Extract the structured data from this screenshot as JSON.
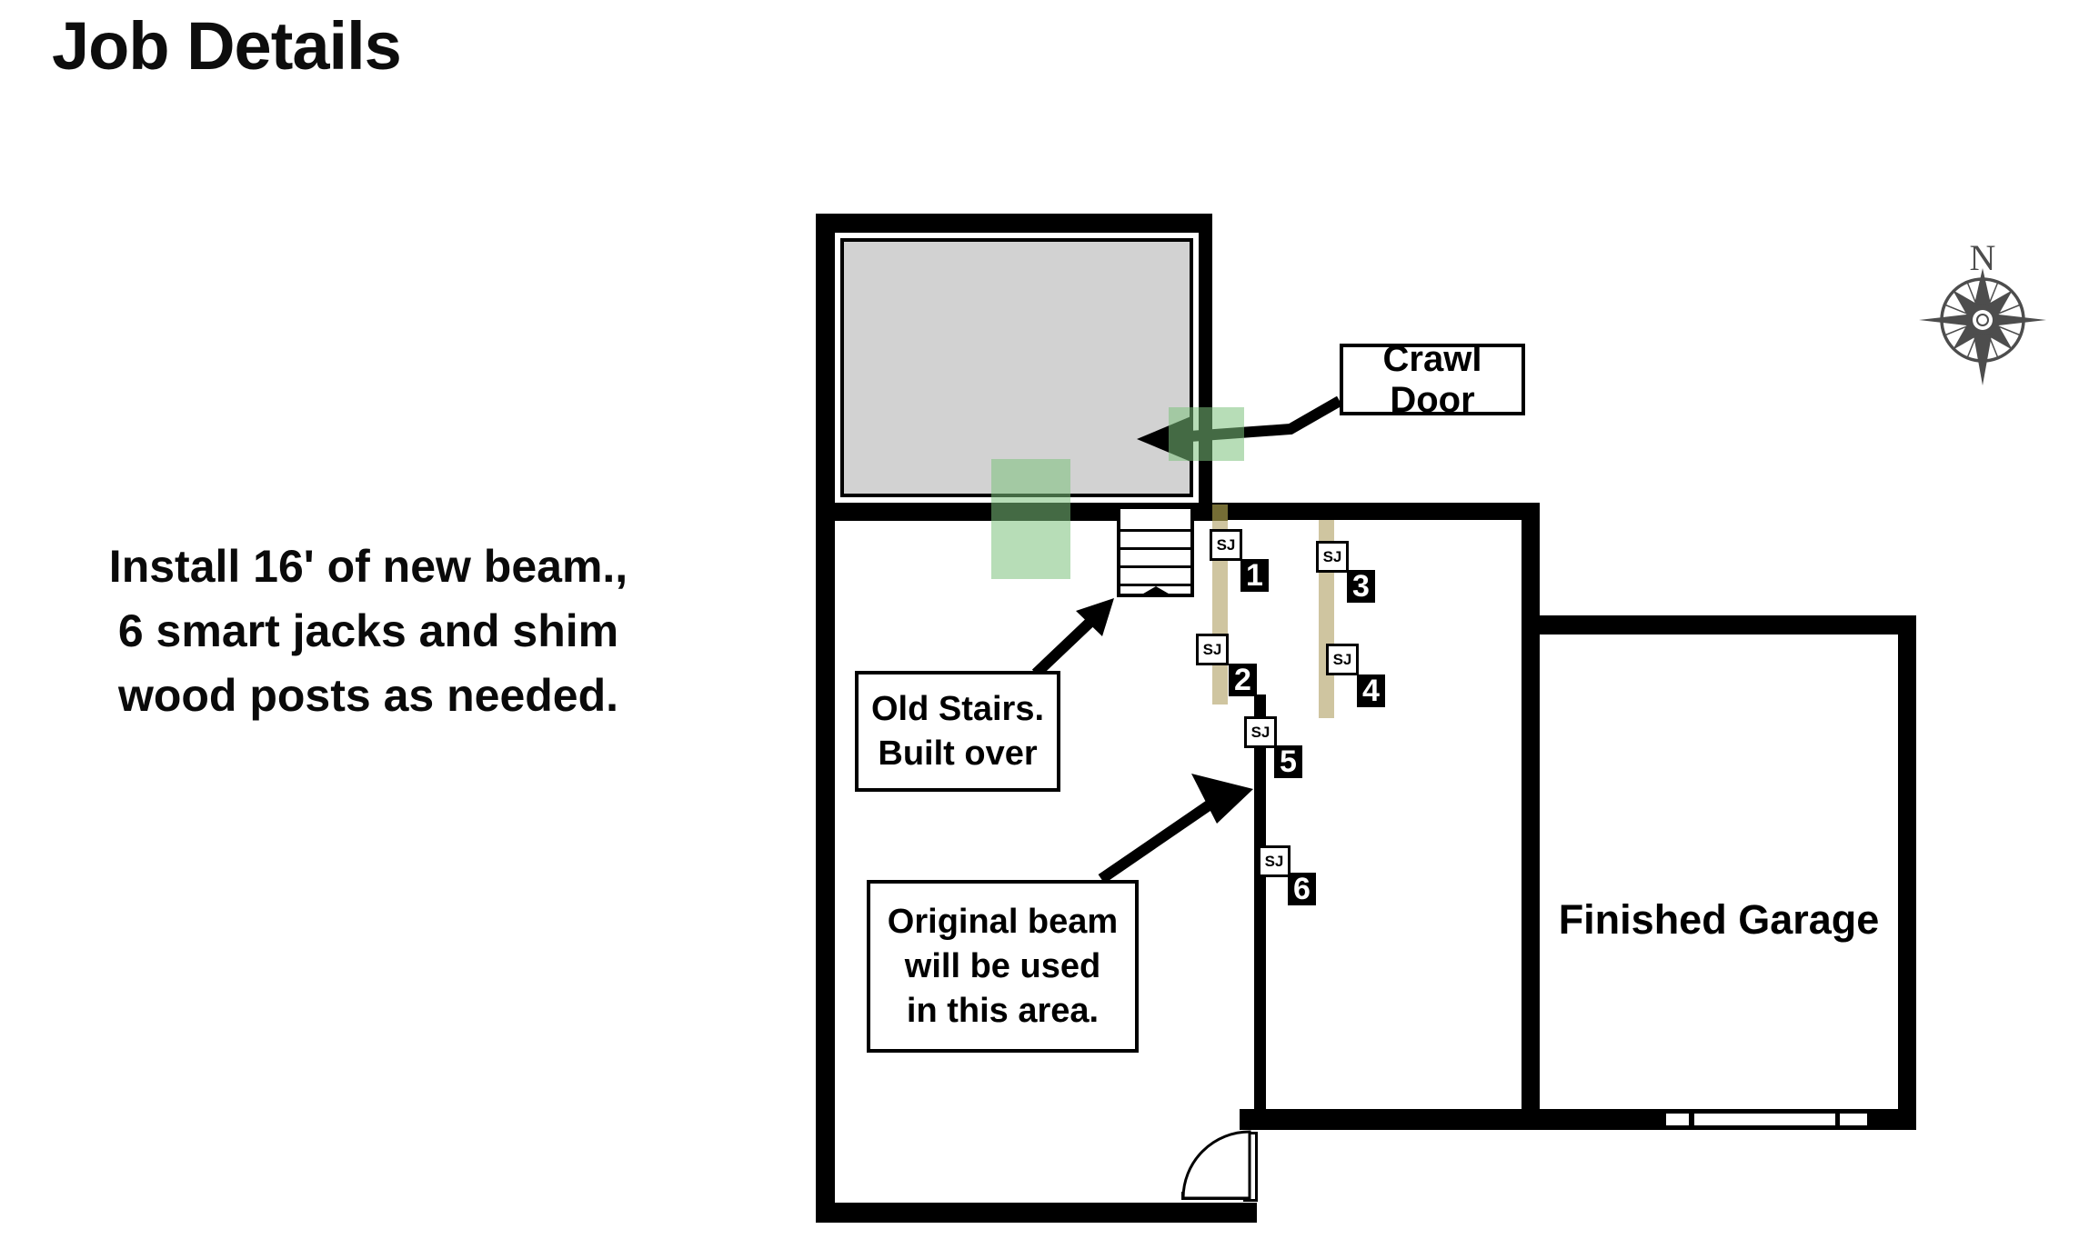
{
  "title": "Job Details",
  "note_lines": [
    "Install 16' of new beam.,",
    "6 smart jacks and shim",
    "wood posts as needed."
  ],
  "labels": {
    "crawl_door": "Crawl Door",
    "old_stairs_1": "Old Stairs.",
    "old_stairs_2": "Built over",
    "original_beam_1": "Original beam",
    "original_beam_2": "will be used",
    "original_beam_3": "in this area.",
    "finished_garage": "Finished Garage"
  },
  "compass": {
    "north": "N"
  },
  "smart_jacks": [
    {
      "tag": "SJ",
      "num": "1"
    },
    {
      "tag": "SJ",
      "num": "2"
    },
    {
      "tag": "SJ",
      "num": "3"
    },
    {
      "tag": "SJ",
      "num": "4"
    },
    {
      "tag": "SJ",
      "num": "5"
    },
    {
      "tag": "SJ",
      "num": "6"
    }
  ],
  "colors": {
    "wall": "#000000",
    "crawl_space_fill": "#d2d2d2",
    "new_beam": "#cfc5a0",
    "new_beam_end_cap": "#756d35",
    "original_beam": "#000000",
    "highlight_green": "rgba(123,193,123,0.55)",
    "compass_gray": "#4d4d4d"
  }
}
